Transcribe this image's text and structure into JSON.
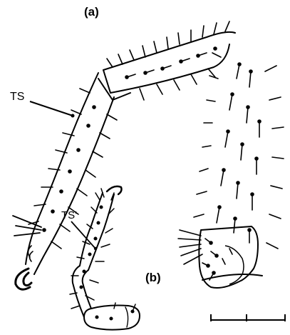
{
  "labels": {
    "panel_a": "(a)",
    "panel_b": "(b)",
    "ts_a": "TS",
    "ts_b": "TS'"
  },
  "colors": {
    "ink": "#000000",
    "paper": "#ffffff"
  }
}
